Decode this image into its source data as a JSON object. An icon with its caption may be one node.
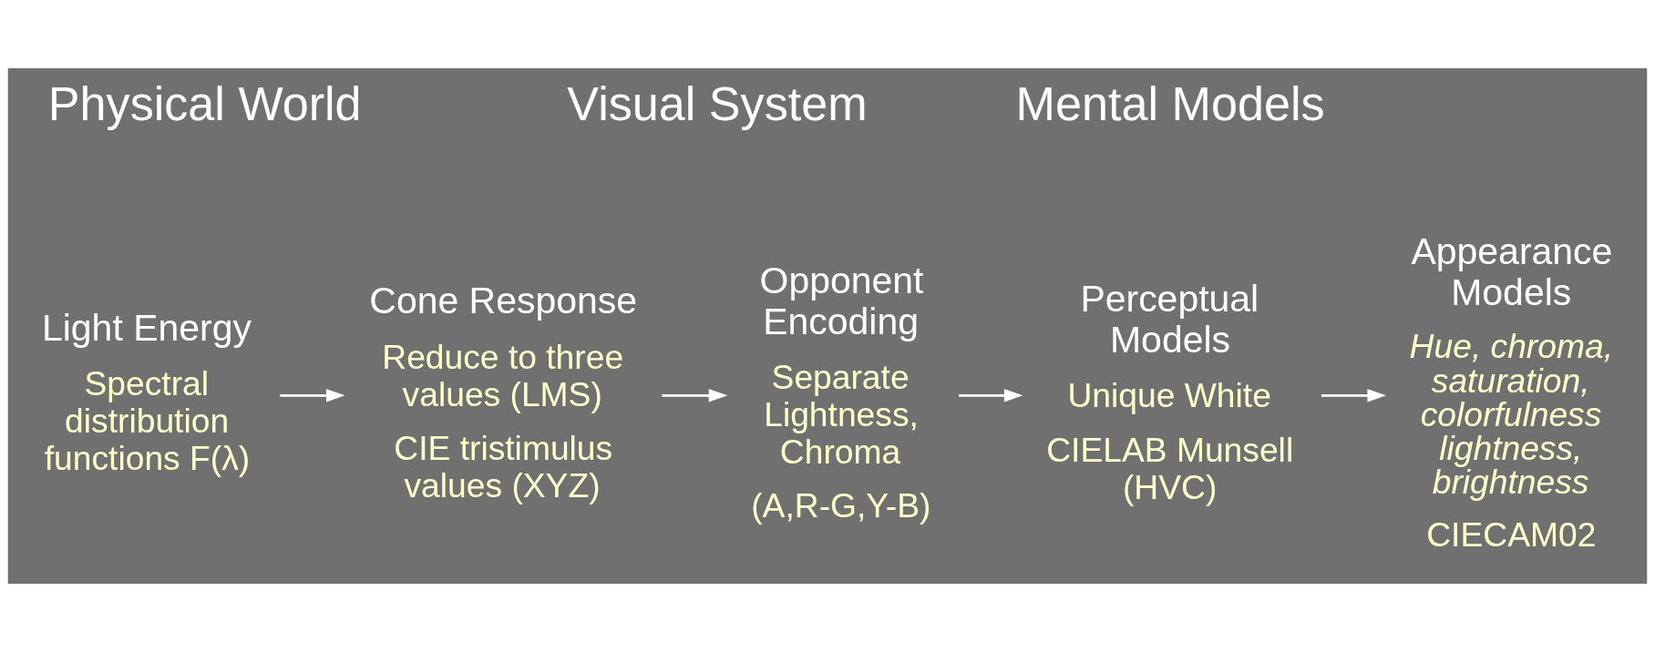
{
  "diagram": {
    "nodes": [
      {
        "text": [
          "Light Energy",
          "Spectral distribution functions F(λ)"
        ]
      },
      {
        "text": [
          "Cone Response",
          "Reduce to three values (LMS)",
          "CIE tristimulus values (XYZ)"
        ]
      },
      {
        "text": [
          "Opponent Encoding",
          "Separate Lightness, Chroma",
          "(A,R-G,Y-B)"
        ]
      },
      {
        "text": [
          "Perceptual Models",
          "Unique White",
          "CIELAB Munsell (HVC)"
        ]
      },
      {
        "text": [
          "Appearance Models",
          "Hue, chroma, saturation, colorfulness lightness, brightness",
          "CIECAM02"
        ]
      }
    ],
    "edges": [
      {
        "from": 0,
        "to": 1,
        "arrow": "to"
      },
      {
        "from": 1,
        "to": 2,
        "arrow": "to"
      },
      {
        "from": 2,
        "to": 3,
        "arrow": "to"
      },
      {
        "from": 3,
        "to": 4,
        "arrow": "to"
      }
    ],
    "labels": [
      "Physical World",
      "Visual System",
      "Mental Models"
    ]
  }
}
